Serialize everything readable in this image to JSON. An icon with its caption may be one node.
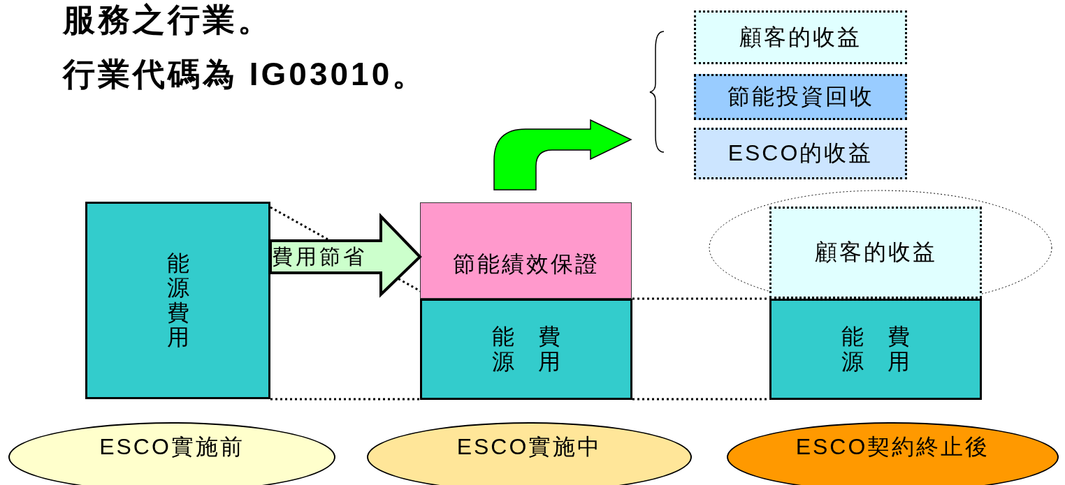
{
  "diagram": {
    "nodes": [
      {
        "text": [
          "顧客的收益"
        ]
      },
      {
        "text": [
          "節能投資回收"
        ]
      },
      {
        "text": [
          "ESCO的收益"
        ]
      },
      {
        "text": [
          "能源費用"
        ]
      },
      {
        "text": [
          "節能績效保證"
        ]
      },
      {
        "text": [
          "能源",
          "費用"
        ]
      },
      {
        "text": [
          "顧客的收益"
        ]
      },
      {
        "text": [
          "能源",
          "費用"
        ]
      },
      {
        "text": [
          "ESCO實施前"
        ]
      },
      {
        "text": [
          "ESCO實施中"
        ]
      },
      {
        "text": [
          "ESCO契約終止後"
        ]
      }
    ],
    "edges": [
      {
        "from": 3,
        "to": 4,
        "arrow": "to",
        "label": "費用節省",
        "style": "thick",
        "color": "#ccffcc"
      },
      {
        "from": 4,
        "to": null,
        "arrow": "to",
        "style": "thick",
        "color": "#00ff00"
      },
      {
        "from": 3,
        "to": 5,
        "arrow": "none",
        "style": "dashed"
      },
      {
        "from": 3,
        "to": 5,
        "arrow": "none",
        "style": "dashed"
      },
      {
        "from": 5,
        "to": 7,
        "arrow": "none",
        "style": "dashed"
      },
      {
        "from": 5,
        "to": 7,
        "arrow": "none",
        "style": "dashed"
      }
    ],
    "labels": [
      "服務之行業。",
      "行業代碼為 IG03010。"
    ]
  }
}
